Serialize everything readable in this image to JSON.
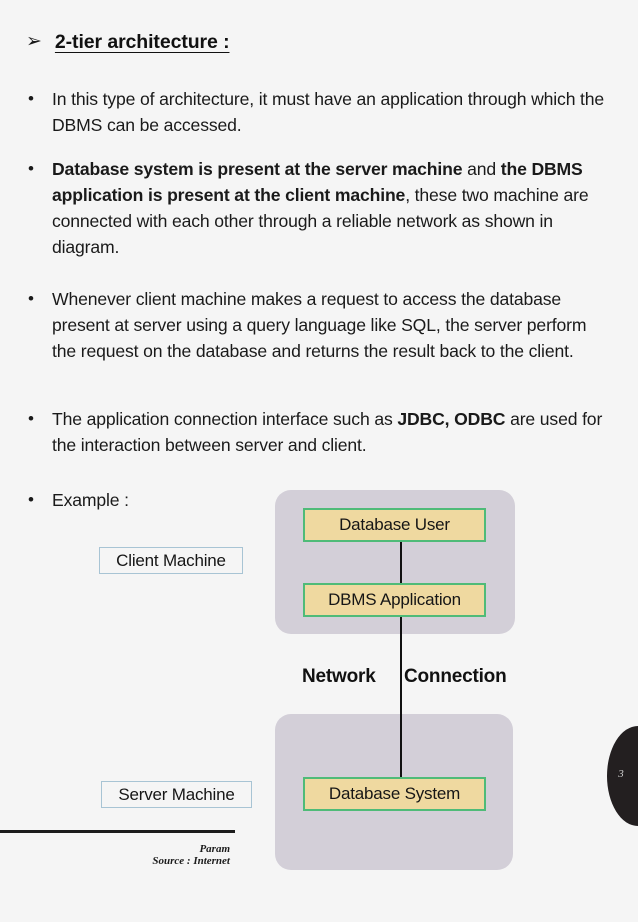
{
  "slide": {
    "heading": {
      "bullet_glyph": "➢",
      "text": "2-tier architecture :"
    },
    "bullet_glyph": "•",
    "bullets": [
      {
        "id": "b1",
        "html": "In this type of architecture, it must have an application through which the DBMS can be accessed."
      },
      {
        "id": "b2",
        "html": "<b>Database system is present at the server machine</b> and <b>the DBMS application is present at the client machine</b>, these two machine are connected with each other through a reliable network as shown in diagram."
      },
      {
        "id": "b3",
        "html": "Whenever client machine makes a request to access the database present at server using a query language like SQL, the server perform the request on the database and returns the result back to the client."
      },
      {
        "id": "b4",
        "html": "The application connection interface such as <b>JDBC, ODBC</b> are used for the interaction between server and client."
      },
      {
        "id": "b5",
        "html": "Example :"
      }
    ],
    "diagram": {
      "client_panel_label": "Client Machine",
      "server_panel_label": "Server Machine",
      "nodes": {
        "database_user": "Database User",
        "dbms_application": "DBMS Application",
        "database_system": "Database System"
      },
      "network_label_left": "Network",
      "network_label_right": "Connection",
      "colors": {
        "node_fill": "#efd9a0",
        "node_border": "#4fbb78",
        "panel_fill": "#d3cfd8",
        "tag_border": "#a8c4d4",
        "connector": "#111111",
        "background": "#f5f5f5"
      }
    },
    "footer": {
      "author": "Param",
      "source": "Source : Internet"
    },
    "page_number": "3"
  }
}
